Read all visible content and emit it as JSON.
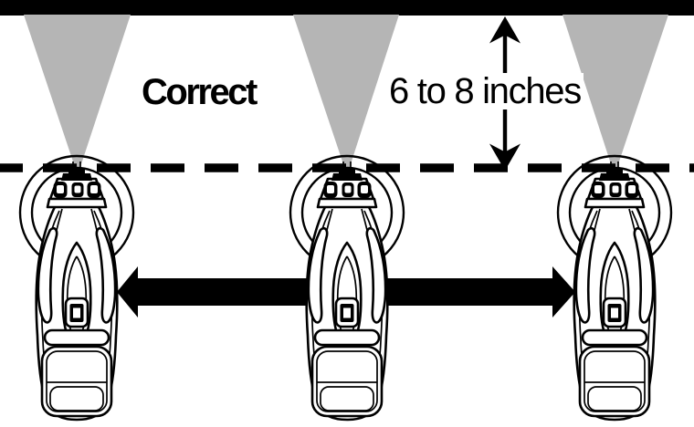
{
  "labels": {
    "correct": "Correct",
    "distance": "6 to 8 inches"
  },
  "colors": {
    "ink": "#000000",
    "paper": "#ffffff",
    "spray_cone": "#b5b5b5"
  },
  "icons": {
    "surface_bar": "sprayed-surface-bar",
    "spray_cone": "spray-fan-icon",
    "dashed_line": "nozzle-level-dashed-line",
    "movement_arrow": "side-to-side-arrow-icon",
    "distance_arrow": "vertical-double-arrow-icon",
    "sprayer": "paint-sprayer-top-view-icon"
  }
}
